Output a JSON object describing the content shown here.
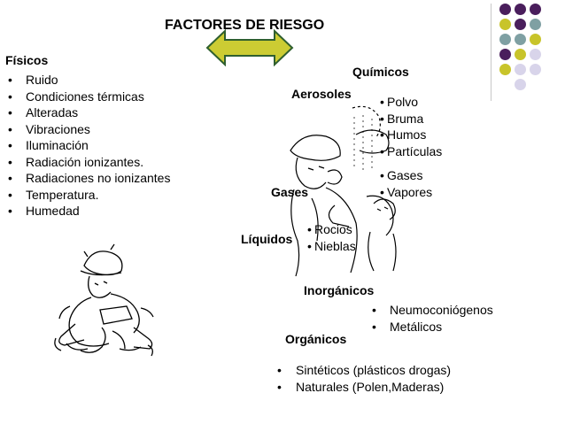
{
  "title": "FACTORES DE RIESGO",
  "colors": {
    "purple": "#4a1e5c",
    "teal": "#7fa0a3",
    "olive": "#c8c42a",
    "lavender": "#d8d4ea",
    "arrow_fill": "#cccc33",
    "arrow_stroke": "#2f5f2f"
  },
  "fisicos": {
    "heading": "Físicos",
    "items": [
      "Ruido",
      "Condiciones térmicas",
      "Alteradas",
      "Vibraciones",
      "Iluminación",
      "Radiación ionizantes.",
      "Radiaciones no ionizantes",
      "Temperatura.",
      "Humedad"
    ]
  },
  "quimicos": {
    "heading": "Químicos",
    "aerosoles": {
      "label": "Aerosoles",
      "items": [
        "Polvo",
        "Bruma",
        "Humos",
        "Partículas"
      ]
    },
    "gases": {
      "label": "Gases",
      "items": [
        "Gases",
        "Vapores"
      ]
    },
    "liquidos": {
      "label": "Líquidos",
      "items": [
        "Rocios",
        "Nieblas"
      ]
    }
  },
  "inorganicos": {
    "label": "Inorgánicos",
    "items": [
      "Neumoconiógenos",
      "Metálicos"
    ]
  },
  "organicos": {
    "label": "Orgánicos",
    "items": [
      "Sintéticos (plásticos drogas)",
      "Naturales (Polen,Maderas)"
    ]
  },
  "illustrations": [
    "worker-illustration",
    "workers-sketch-illustration"
  ]
}
